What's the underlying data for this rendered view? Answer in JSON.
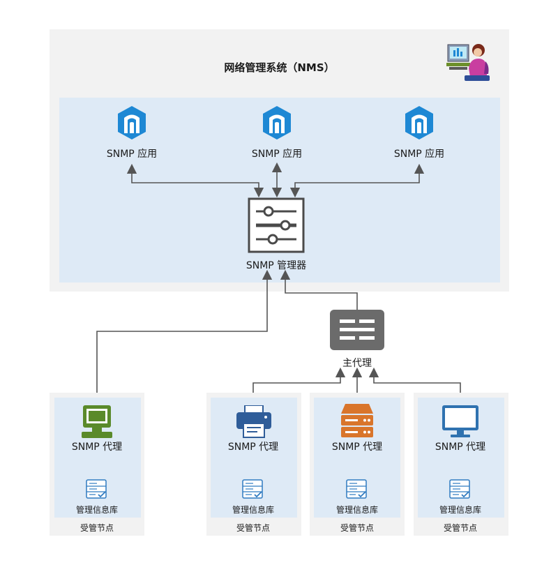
{
  "nms": {
    "title": "网络管理系统（NMS）"
  },
  "apps": [
    {
      "label": "SNMP 应用",
      "icon": "snmp-app-icon"
    },
    {
      "label": "SNMP 应用",
      "icon": "snmp-app-icon"
    },
    {
      "label": "SNMP 应用",
      "icon": "snmp-app-icon"
    }
  ],
  "manager": {
    "label": "SNMP 管理器",
    "icon": "sliders-icon"
  },
  "master_agent": {
    "label": "主代理",
    "icon": "switch-icon"
  },
  "nodes": [
    {
      "agent_label": "SNMP 代理",
      "mib_label": "管理信息库",
      "node_label": "受管节点",
      "device_icon": "workstation-icon"
    },
    {
      "agent_label": "SNMP 代理",
      "mib_label": "管理信息库",
      "node_label": "受管节点",
      "device_icon": "printer-icon"
    },
    {
      "agent_label": "SNMP 代理",
      "mib_label": "管理信息库",
      "node_label": "受管节点",
      "device_icon": "server-icon"
    },
    {
      "agent_label": "SNMP 代理",
      "mib_label": "管理信息库",
      "node_label": "受管节点",
      "device_icon": "monitor-icon"
    }
  ],
  "colors": {
    "panel": "#f2f2f2",
    "inner": "#deeaf6",
    "app_icon": "#1e88d4",
    "workstation": "#5a8a2a",
    "printer": "#2f5d99",
    "server": "#d9752b",
    "monitor": "#2f72b0",
    "connector": "#555555"
  }
}
